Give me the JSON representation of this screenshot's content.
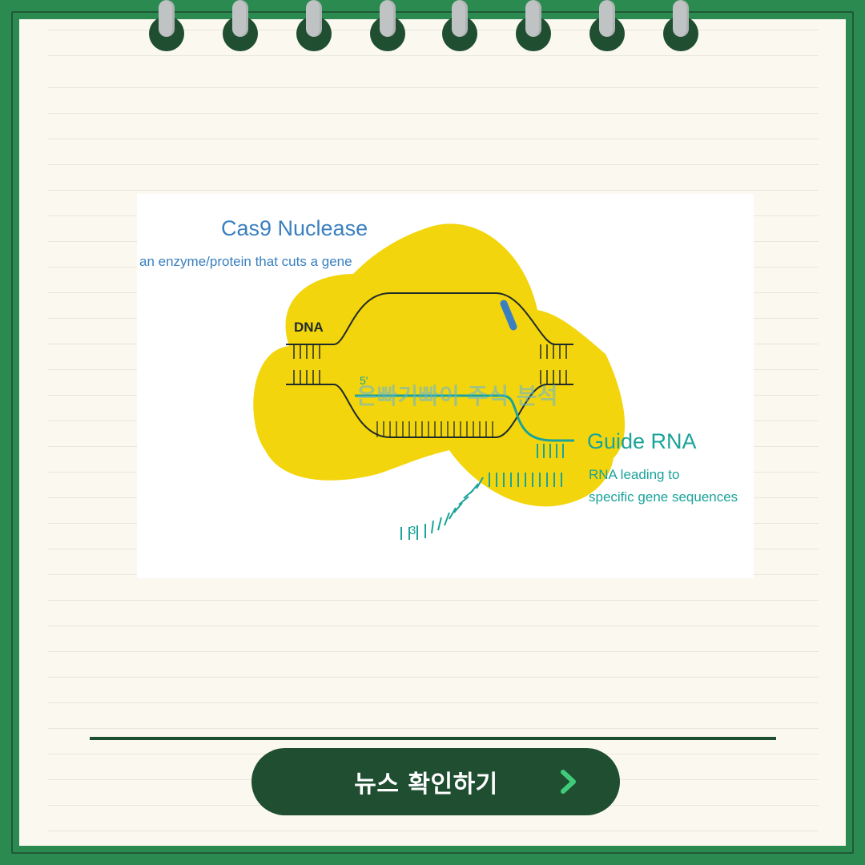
{
  "diagram": {
    "title": "Cas9 Nuclease",
    "subtitle": "an enzyme/protein that cuts a gene",
    "dna_label": "DNA",
    "five_prime": "5′",
    "three_prime": "3′",
    "guide_title": "Guide RNA",
    "guide_line1": "RNA leading to",
    "guide_line2": "specific gene sequences",
    "overlay_text": "은빠기빠이 주식 분석"
  },
  "button": {
    "label": "뉴스 확인하기"
  },
  "colors": {
    "frame_green": "#2a8a4f",
    "dark_green": "#1f4e31",
    "paper": "#fbf8ef",
    "cas9_yellow": "#f3d50d",
    "title_blue": "#3a7fc0",
    "teal": "#1aa39a",
    "arrow_green": "#3ecb7a"
  },
  "icons": {
    "ring_binding": "spiral-ring-icon",
    "arrow": "chevron-right-icon"
  }
}
